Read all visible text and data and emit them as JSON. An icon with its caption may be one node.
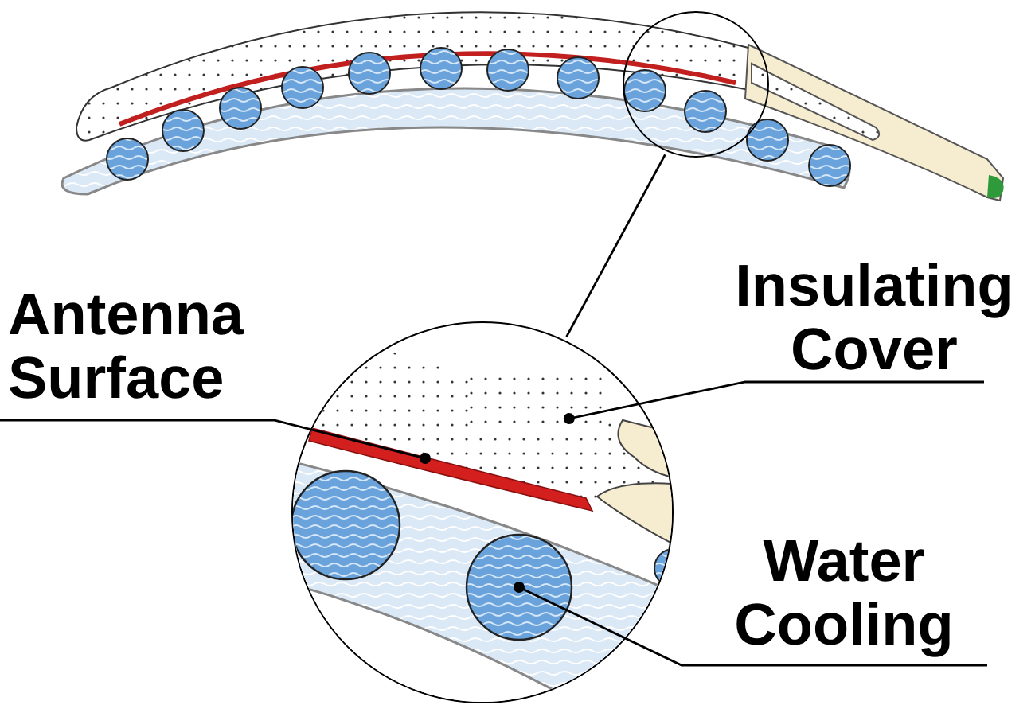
{
  "diagram": {
    "nodes": [
      {
        "text": [
          "Antenna Surface"
        ]
      },
      {
        "text": [
          "Insulating Cover"
        ]
      },
      {
        "text": [
          "Water Cooling"
        ]
      },
      {
        "text": [],
        "shape": "circle"
      },
      {
        "text": [],
        "shape": "circle"
      },
      {
        "text": [],
        "shape": "bar",
        "in": 4
      },
      {
        "text": [],
        "shape": "box",
        "in": 4
      },
      {
        "text": [],
        "shape": "circle",
        "in": 4
      }
    ],
    "edges": [
      {
        "from": 3,
        "to": 4,
        "arrow": "none"
      },
      {
        "from": 0,
        "to": 5,
        "arrow": "other"
      },
      {
        "from": 1,
        "to": 6,
        "arrow": "other"
      },
      {
        "from": 2,
        "to": 7,
        "arrow": "other"
      }
    ]
  }
}
